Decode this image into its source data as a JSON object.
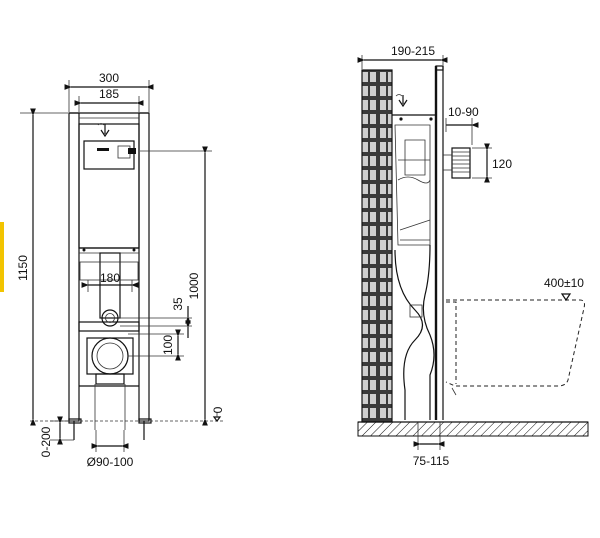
{
  "front_view": {
    "dims": {
      "width_total": "300",
      "width_inner": "185",
      "height_total": "1150",
      "height_flush": "1000",
      "pipe_spacing": "180",
      "offset_small": "35",
      "offset_drain": "100",
      "leg_adjust": "0-200",
      "drain_diameter": "Ø90-100",
      "floor_level": "0"
    }
  },
  "side_view": {
    "dims": {
      "depth": "190-215",
      "inlet_offset": "10-90",
      "inlet_height": "120",
      "bowl_height": "400±10",
      "floor_offset": "75-115"
    }
  },
  "colors": {
    "line": "#111111",
    "accent_yellow": "#f2c400",
    "background": "#ffffff"
  },
  "icons": [
    "water-inlet-icon",
    "level-marker-icon"
  ]
}
